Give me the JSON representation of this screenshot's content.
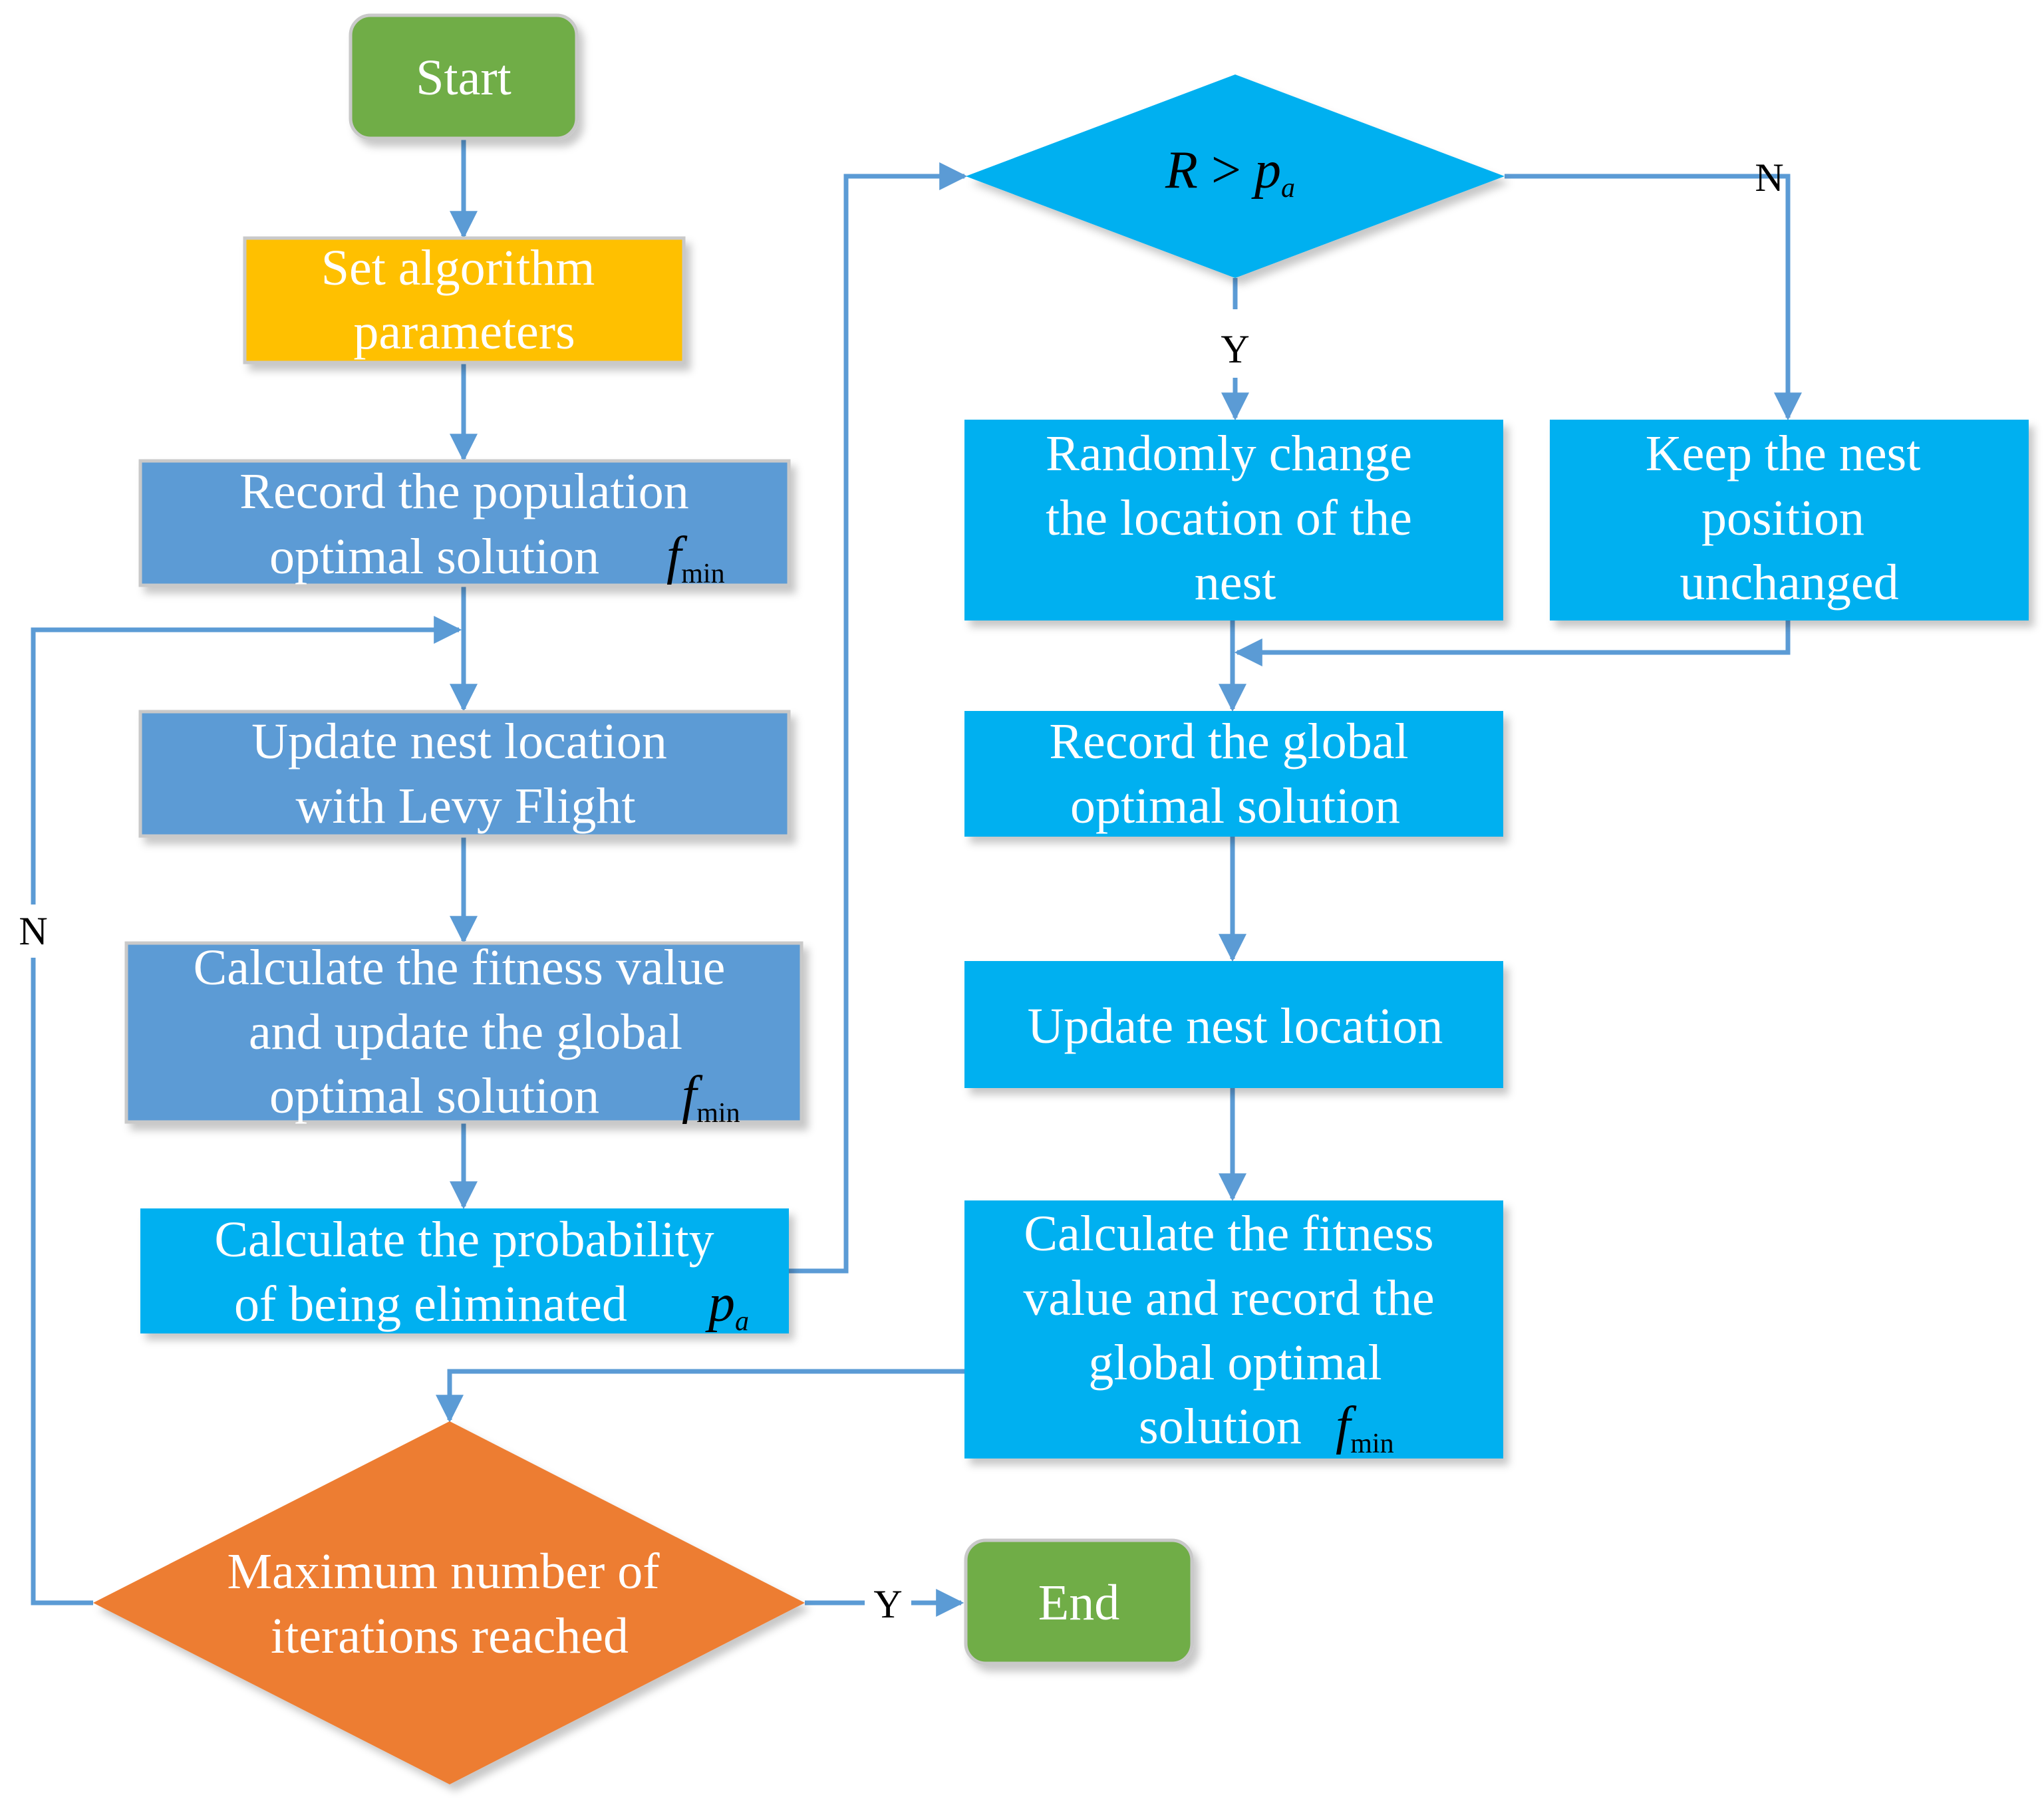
{
  "colors": {
    "green": "#70AD47",
    "yellow": "#FFC000",
    "steel_blue": "#5B9BD5",
    "cyan": "#00B0F0",
    "orange": "#ED7D31",
    "connector": "#5B9BD5",
    "label": "#000000"
  },
  "nodes": {
    "start": {
      "text": "Start"
    },
    "set_params": {
      "line1": "Set algorithm",
      "line2": "parameters"
    },
    "record_population": {
      "line1": "Record the population",
      "line2": "optimal solution",
      "math": "f",
      "sub": "min"
    },
    "update_levy": {
      "line1": "Update nest location",
      "line2": "with Levy Flight"
    },
    "calc_fitness": {
      "line1": "Calculate the fitness value",
      "line2": "and update the global",
      "line3": "optimal solution",
      "math": "f",
      "sub": "min"
    },
    "calc_probability": {
      "line1": "Calculate the probability",
      "line2": "of being eliminated",
      "math": "p",
      "sub": "a"
    },
    "decision_r": {
      "math_r": "R",
      "op": " > ",
      "math_p": "p",
      "sub": "a"
    },
    "random_change": {
      "line1": "Randomly change",
      "line2": "the location of the",
      "line3": "nest"
    },
    "keep_nest": {
      "line1": "Keep the nest",
      "line2": "position",
      "line3": "unchanged"
    },
    "record_global": {
      "line1": "Record the global",
      "line2": "optimal solution"
    },
    "update_nest": {
      "text": "Update nest location"
    },
    "calc_fitness_record": {
      "line1": "Calculate the fitness",
      "line2": "value and record the",
      "line3": "global optimal",
      "line4": "solution",
      "math": "f",
      "sub": "min"
    },
    "decision_max": {
      "line1": "Maximum number of",
      "line2": "iterations reached"
    },
    "end": {
      "text": "End"
    }
  },
  "edge_labels": {
    "r_yes": "Y",
    "r_no": "N",
    "max_yes": "Y",
    "max_no": "N"
  }
}
